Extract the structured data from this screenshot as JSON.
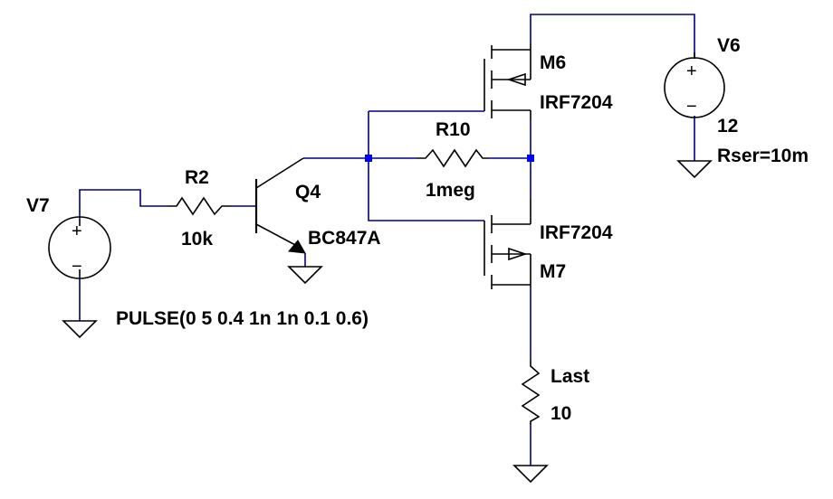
{
  "schematic": {
    "colors": {
      "wire": "#000080",
      "component": "#000000",
      "junction": "#0000ff",
      "background": "#ffffff"
    },
    "components": {
      "v7": {
        "name": "V7",
        "value": "PULSE(0 5 0.4 1n 1n 0.1 0.6)"
      },
      "r2": {
        "name": "R2",
        "value": "10k"
      },
      "q4": {
        "name": "Q4",
        "model": "BC847A"
      },
      "r10": {
        "name": "R10",
        "value": "1meg"
      },
      "m6": {
        "name": "M6",
        "model": "IRF7204"
      },
      "m7": {
        "name": "M7",
        "model": "IRF7204"
      },
      "v6": {
        "name": "V6",
        "value": "12",
        "extra": "Rser=10m"
      },
      "last": {
        "name": "Last",
        "value": "10"
      }
    },
    "symbols": {
      "plus": "+",
      "minus": "−"
    }
  }
}
